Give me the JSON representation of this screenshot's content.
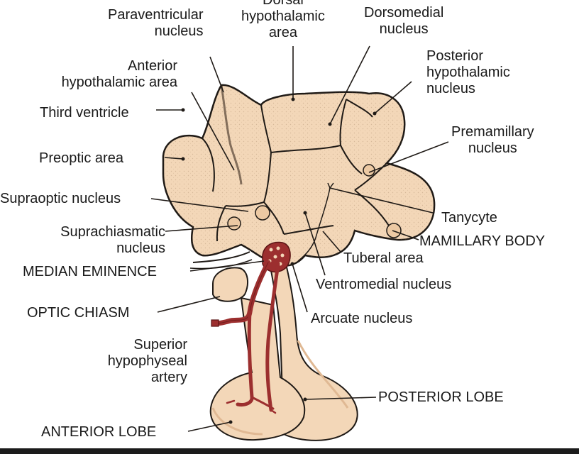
{
  "labels": {
    "dorsal_hypothalamic_area": [
      "Dorsal",
      "hypothalamic",
      "area"
    ],
    "paraventricular_nucleus": [
      "Paraventricular",
      "nucleus"
    ],
    "dorsomedial_nucleus": [
      "Dorsomedial",
      "nucleus"
    ],
    "posterior_hypothalamic_nucleus": [
      "Posterior",
      "hypothalamic",
      "nucleus"
    ],
    "anterior_hypothalamic_area": [
      "Anterior",
      "hypothalamic area"
    ],
    "third_ventricle": "Third ventricle",
    "premamillary_nucleus": [
      "Premamillary",
      "nucleus"
    ],
    "preoptic_area": "Preoptic area",
    "supraoptic_nucleus": "Supraoptic nucleus",
    "tanycyte": "Tanycyte",
    "suprachiasmatic_nucleus": [
      "Suprachiasmatic",
      "nucleus"
    ],
    "mamillary_body": "MAMILLARY BODY",
    "tuberal_area": "Tuberal area",
    "median_eminence": "MEDIAN EMINENCE",
    "ventromedial_nucleus": "Ventromedial nucleus",
    "optic_chiasm": "OPTIC CHIASM",
    "arcuate_nucleus": "Arcuate nucleus",
    "superior_hypophyseal_artery": [
      "Superior",
      "hypophyseal",
      "artery"
    ],
    "posterior_lobe": "POSTERIOR LOBE",
    "anterior_lobe": "ANTERIOR LOBE"
  },
  "colors": {
    "tissue": "#f3d7b8",
    "tissue_shadow": "#e0b994",
    "outline": "#1f1a16",
    "artery": "#9c2f2f",
    "artery_outline": "#5a1414",
    "label_text": "#1a1a1a"
  }
}
